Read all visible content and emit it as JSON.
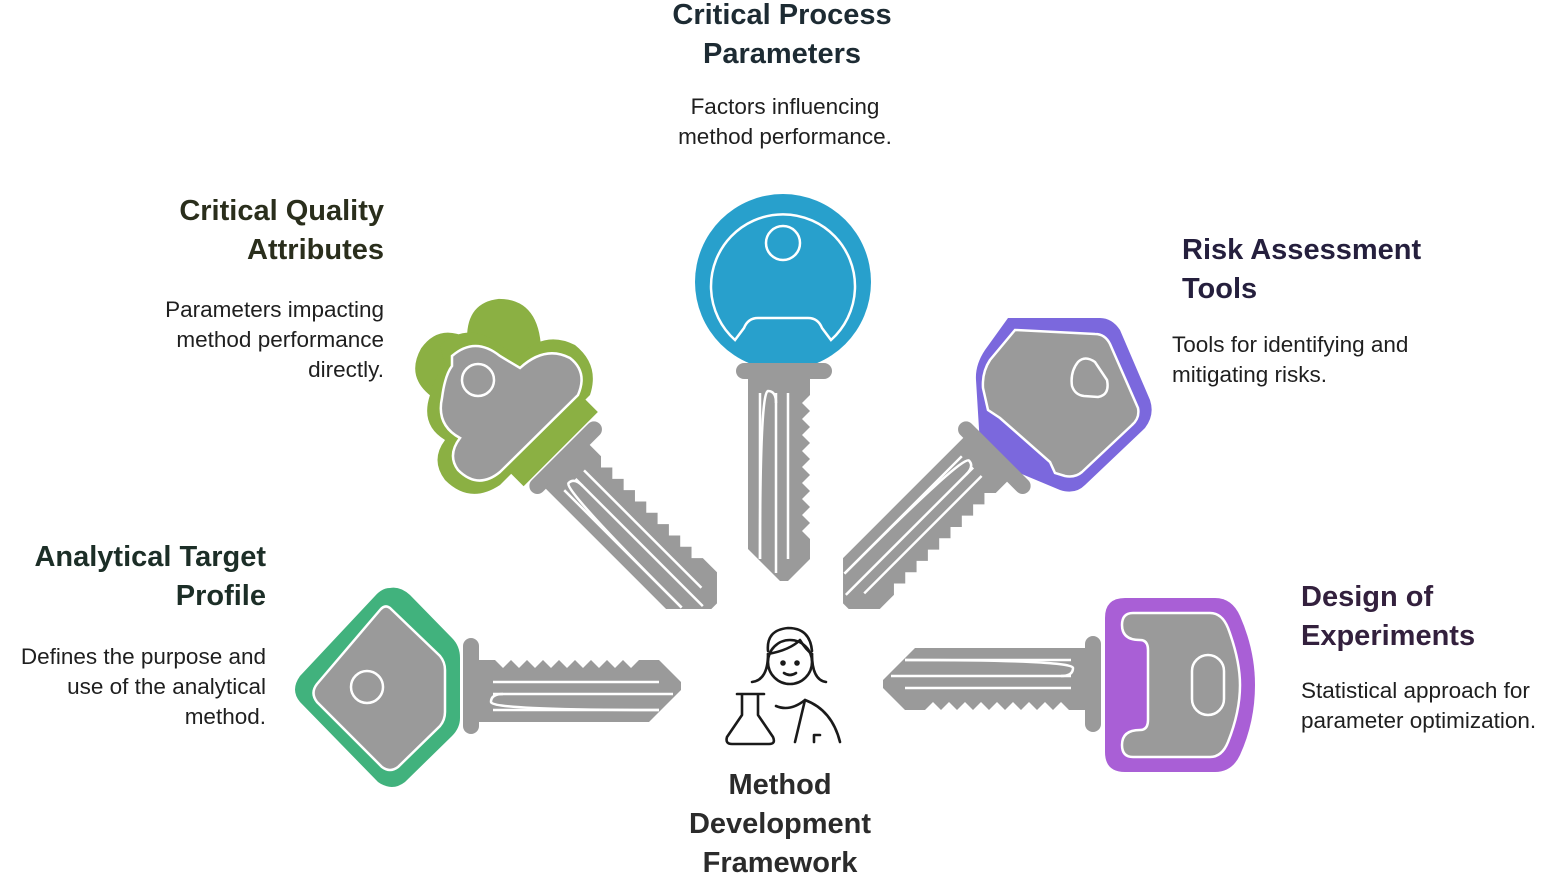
{
  "diagram": {
    "center": {
      "title": "Method Development Framework",
      "title_lines": [
        "Method",
        "Development",
        "Framework"
      ],
      "icon": "scientist-with-flask-icon"
    },
    "items": [
      {
        "id": "cpp",
        "title_lines": [
          "Critical Process",
          "Parameters"
        ],
        "description_lines": [
          "Factors influencing",
          "method performance."
        ],
        "key_color": "#28a0cc",
        "title_color": "#1d2b33",
        "key_head": "round"
      },
      {
        "id": "cqa",
        "title_lines": [
          "Critical Quality",
          "Attributes"
        ],
        "description_lines": [
          "Parameters impacting",
          "method performance",
          "directly."
        ],
        "key_color": "#8bb043",
        "title_color": "#2a2e1c",
        "key_head": "cloverleaf"
      },
      {
        "id": "rat",
        "title_lines": [
          "Risk Assessment",
          "Tools"
        ],
        "description_lines": [
          "Tools for identifying and",
          "mitigating risks."
        ],
        "key_color": "#7b68dd",
        "title_color": "#251f3d",
        "key_head": "hexagon"
      },
      {
        "id": "atp",
        "title_lines": [
          "Analytical Target",
          "Profile"
        ],
        "description_lines": [
          "Defines the purpose and",
          "use of the analytical",
          "method."
        ],
        "key_color": "#41b27d",
        "title_color": "#1c2e27",
        "key_head": "diamond"
      },
      {
        "id": "doe",
        "title_lines": [
          "Design of",
          "Experiments"
        ],
        "description_lines": [
          "Statistical approach for",
          "parameter optimization."
        ],
        "key_color": "#a95fd6",
        "title_color": "#33203d",
        "key_head": "rounded-rectangle"
      }
    ],
    "key_blade_color": "#9a9a9a"
  }
}
